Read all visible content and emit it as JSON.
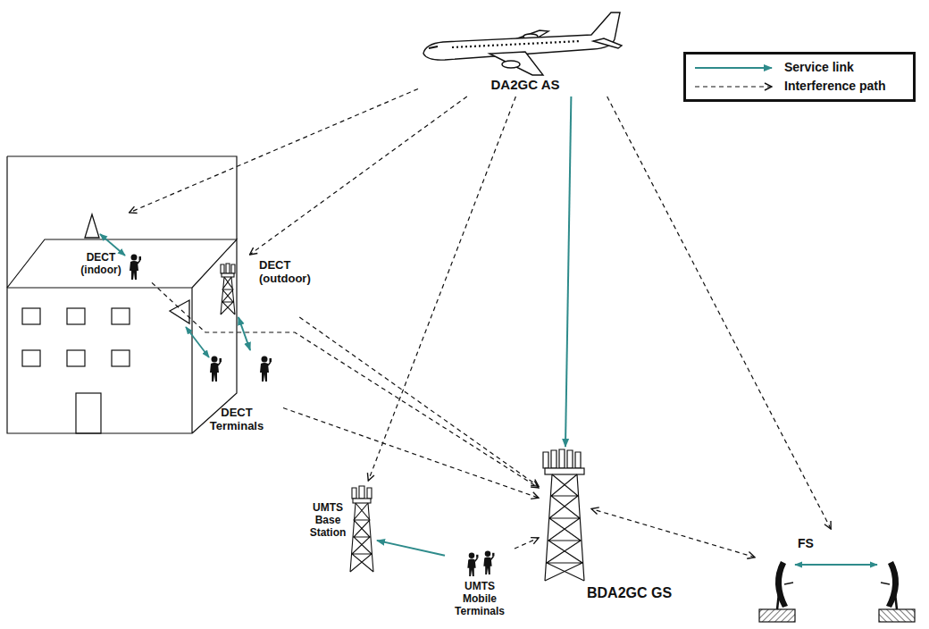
{
  "diagram": {
    "nodes": [
      {
        "text": [
          "DA2GC AS"
        ]
      },
      {
        "text": [
          "DECT (indoor)"
        ]
      },
      {
        "text": [
          "DECT (outdoor)"
        ]
      },
      {
        "text": [
          "DECT Terminals"
        ]
      },
      {
        "text": [
          "UMTS Base Station"
        ]
      },
      {
        "text": [
          "UMTS Mobile Terminals"
        ]
      },
      {
        "text": [
          "BDA2GC GS"
        ]
      },
      {
        "text": [
          "FS"
        ]
      }
    ],
    "edges": [
      {
        "from": 0,
        "to": 6,
        "arrow": "to"
      },
      {
        "from": 0,
        "to": 1,
        "arrow": "to"
      },
      {
        "from": 0,
        "to": 2,
        "arrow": "to"
      },
      {
        "from": 0,
        "to": 4,
        "arrow": "to"
      },
      {
        "from": 0,
        "to": 7,
        "arrow": "to"
      },
      {
        "from": 1,
        "to": 6,
        "arrow": "to"
      },
      {
        "from": 2,
        "to": 6,
        "arrow": "to"
      },
      {
        "from": 3,
        "to": 6,
        "arrow": "to"
      },
      {
        "from": 5,
        "to": 6,
        "arrow": "to"
      },
      {
        "from": 7,
        "to": 6,
        "arrow": "both"
      },
      {
        "from": 2,
        "to": 3,
        "arrow": "both"
      },
      {
        "from": 5,
        "to": 4,
        "arrow": "to"
      }
    ],
    "legend": [
      {
        "text": "Service link"
      },
      {
        "text": "Interference path"
      }
    ]
  }
}
